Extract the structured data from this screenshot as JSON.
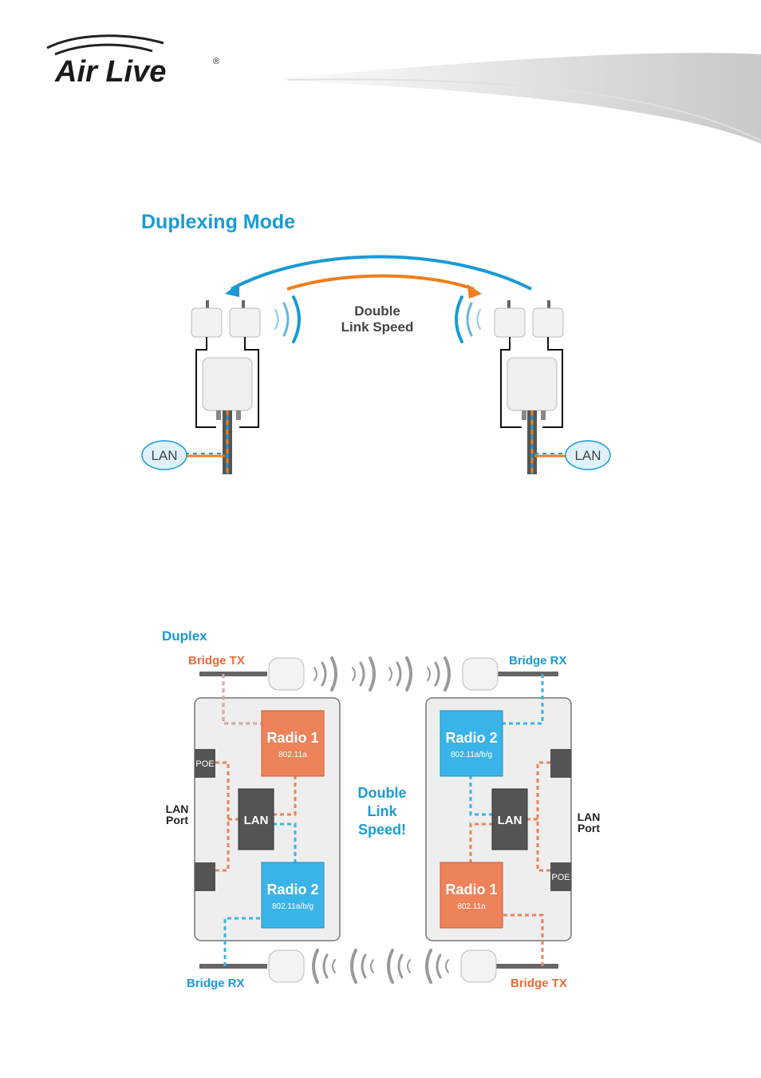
{
  "brand": {
    "logo_text": "Air Live",
    "registered_mark": "®"
  },
  "section_title": "Duplexing Mode",
  "diagram1": {
    "caption_line1": "Double",
    "caption_line2": "Link Speed",
    "left_cloud_label": "LAN",
    "right_cloud_label": "LAN"
  },
  "diagram2": {
    "title": "Duplex",
    "top_left_label": "Bridge TX",
    "top_right_label": "Bridge RX",
    "bottom_left_label": "Bridge RX",
    "bottom_right_label": "Bridge TX",
    "center_line1": "Double",
    "center_line2": "Link",
    "center_line3": "Speed!",
    "left_unit": {
      "radio_top_name": "Radio 1",
      "radio_top_std": "802.11a",
      "radio_bottom_name": "Radio 2",
      "radio_bottom_std": "802.11a/b/g",
      "lan_label": "LAN",
      "poe_label": "POE",
      "port_label_line1": "LAN",
      "port_label_line2": "Port"
    },
    "right_unit": {
      "radio_top_name": "Radio 2",
      "radio_top_std": "802.11a/b/g",
      "radio_bottom_name": "Radio 1",
      "radio_bottom_std": "802.11a",
      "lan_label": "LAN",
      "poe_label": "POE",
      "port_label_line1": "LAN",
      "port_label_line2": "Port"
    }
  },
  "colors": {
    "blue": "#1a9ad6",
    "orange": "#ee7e1a",
    "radio_orange": "#ee8259",
    "radio_blue": "#3ab4e8",
    "label_orange": "#ea6a3a",
    "dark_box": "#545454"
  }
}
